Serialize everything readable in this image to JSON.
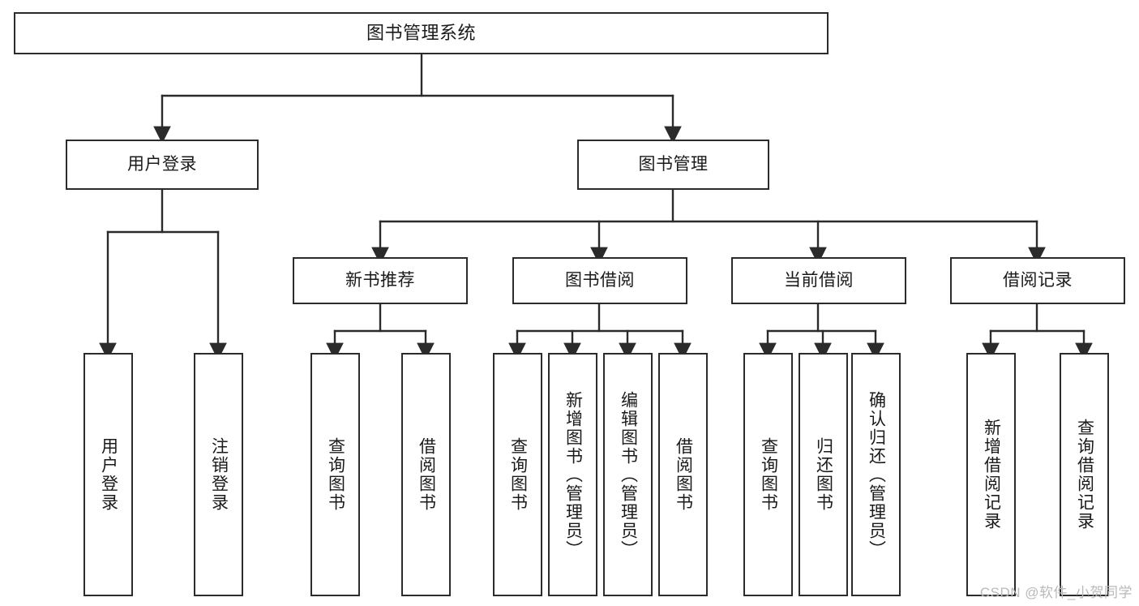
{
  "diagram": {
    "title": "图书管理系统",
    "type": "hierarchy-tree",
    "watermark": "CSDN @软件_小贺同学",
    "colors": {
      "stroke": "#2b2b2b",
      "fill": "#ffffff",
      "text": "#1a1a1a",
      "watermark": "#b9b9b9"
    },
    "levels": [
      {
        "level": 0,
        "nodes": [
          {
            "id": "root",
            "label": "图书管理系统"
          }
        ]
      },
      {
        "level": 1,
        "nodes": [
          {
            "id": "login",
            "label": "用户登录",
            "parent": "root"
          },
          {
            "id": "bookmgmt",
            "label": "图书管理",
            "parent": "root"
          }
        ]
      },
      {
        "level": 2,
        "nodes": [
          {
            "id": "newbook",
            "label": "新书推荐",
            "parent": "bookmgmt"
          },
          {
            "id": "borrow",
            "label": "图书借阅",
            "parent": "bookmgmt"
          },
          {
            "id": "current",
            "label": "当前借阅",
            "parent": "bookmgmt"
          },
          {
            "id": "record",
            "label": "借阅记录",
            "parent": "bookmgmt"
          }
        ]
      },
      {
        "level": 3,
        "nodes": [
          {
            "id": "leaf-user-login",
            "label": "用户登录",
            "parent": "login"
          },
          {
            "id": "leaf-user-logout",
            "label": "注销登录",
            "parent": "login"
          },
          {
            "id": "leaf-newbook-query",
            "label": "查询图书",
            "parent": "newbook"
          },
          {
            "id": "leaf-newbook-borrow",
            "label": "借阅图书",
            "parent": "newbook"
          },
          {
            "id": "leaf-borrow-query",
            "label": "查询图书",
            "parent": "borrow"
          },
          {
            "id": "leaf-borrow-add",
            "label": "新增图书（管理员）",
            "parent": "borrow"
          },
          {
            "id": "leaf-borrow-edit",
            "label": "编辑图书（管理员）",
            "parent": "borrow"
          },
          {
            "id": "leaf-borrow-lend",
            "label": "借阅图书",
            "parent": "borrow"
          },
          {
            "id": "leaf-current-query",
            "label": "查询图书",
            "parent": "current"
          },
          {
            "id": "leaf-current-return",
            "label": "归还图书",
            "parent": "current"
          },
          {
            "id": "leaf-current-confirm",
            "label": "确认归还（管理员）",
            "parent": "current"
          },
          {
            "id": "leaf-record-add",
            "label": "新增借阅记录",
            "parent": "record"
          },
          {
            "id": "leaf-record-query",
            "label": "查询借阅记录",
            "parent": "record"
          }
        ]
      }
    ]
  }
}
